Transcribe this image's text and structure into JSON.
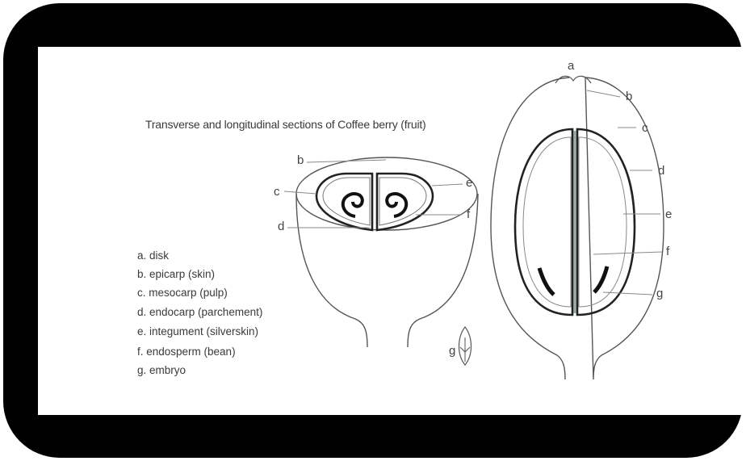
{
  "diagram": {
    "title": "Transverse and longitudinal sections of Coffee berry (fruit)",
    "legend": [
      "a. disk",
      "b. epicarp (skin)",
      "c. mesocarp (pulp)",
      "d. endocarp (parchement)",
      "e. integument (silverskin)",
      "f. endosperm (bean)",
      "g. embryo"
    ],
    "transverse_labels": {
      "b": "b",
      "c": "c",
      "d": "d",
      "e": "e",
      "f": "f"
    },
    "embryo_label": "g",
    "longitudinal_labels": {
      "a": "a",
      "b": "b",
      "c": "c",
      "d": "d",
      "e": "e",
      "f": "f",
      "g": "g"
    }
  }
}
